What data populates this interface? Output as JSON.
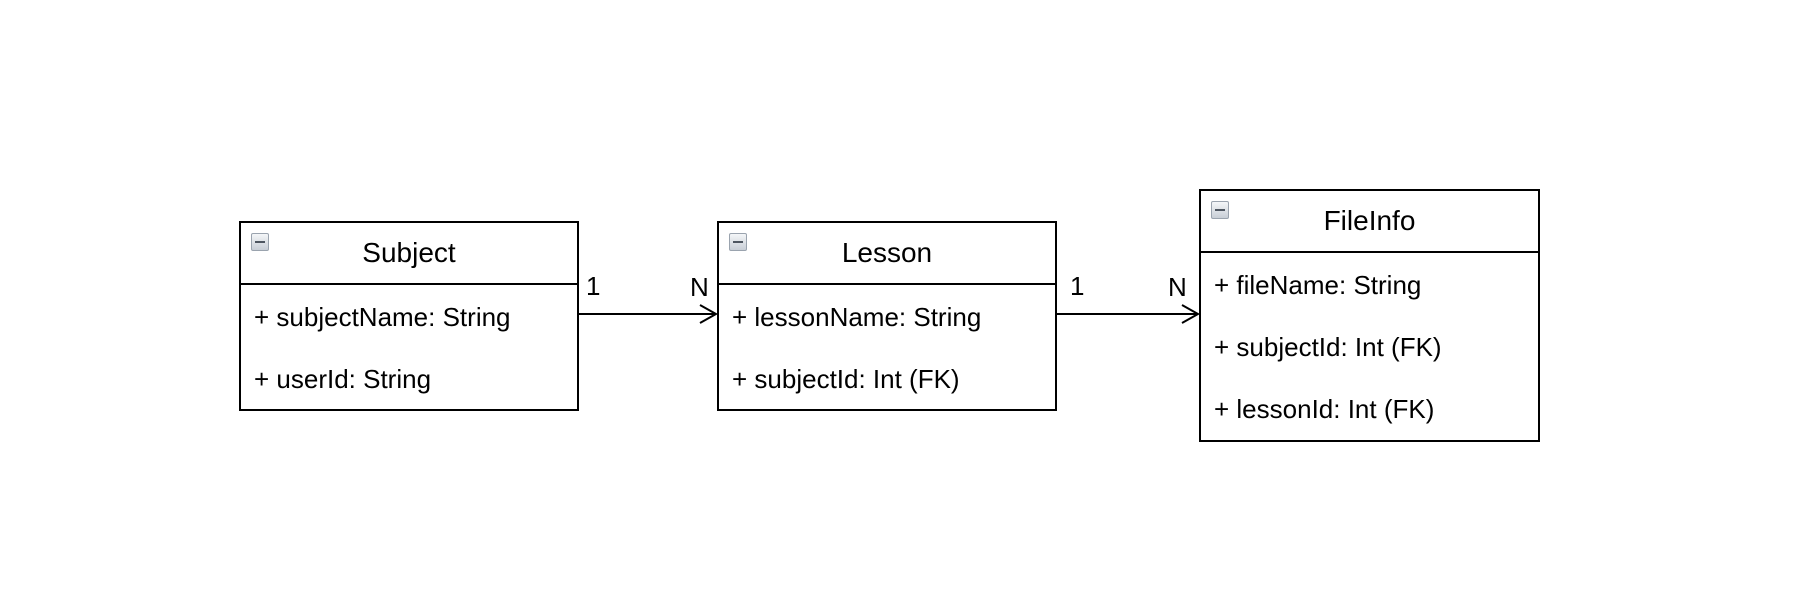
{
  "classes": [
    {
      "name": "Subject",
      "attributes": [
        "+ subjectName: String",
        "+ userId: String"
      ]
    },
    {
      "name": "Lesson",
      "attributes": [
        "+ lessonName: String",
        "+ subjectId: Int (FK)"
      ]
    },
    {
      "name": "FileInfo",
      "attributes": [
        "+ fileName: String",
        "+ subjectId: Int (FK)",
        "+ lessonId: Int (FK)"
      ]
    }
  ],
  "associations": [
    {
      "from": "Subject",
      "to": "Lesson",
      "source_multiplicity": "1",
      "target_multiplicity": "N"
    },
    {
      "from": "Lesson",
      "to": "FileInfo",
      "source_multiplicity": "1",
      "target_multiplicity": "N"
    }
  ],
  "icons": {
    "collapse": "collapse-minus-icon"
  },
  "colors": {
    "line": "#000000",
    "background": "#ffffff"
  }
}
